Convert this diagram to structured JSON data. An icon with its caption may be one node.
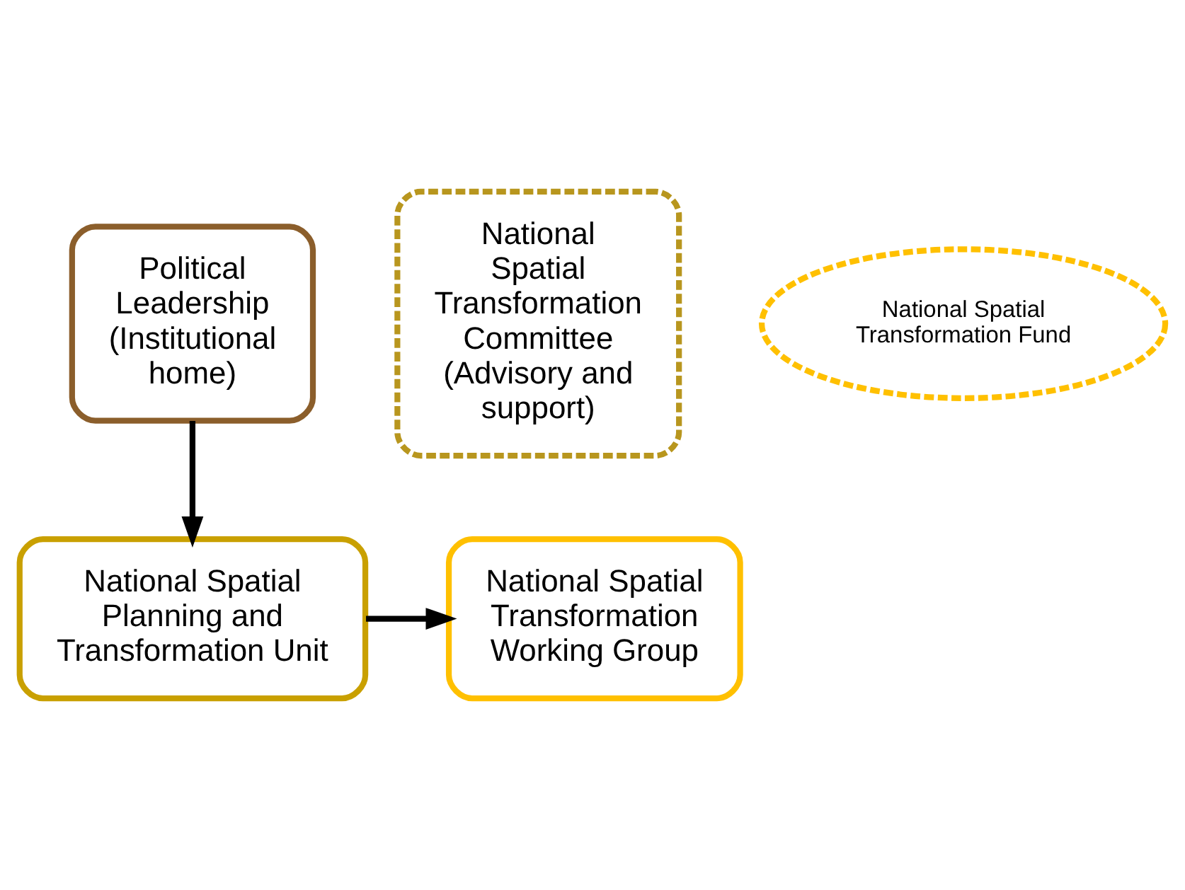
{
  "diagram": {
    "nodes": [
      {
        "text": [
          "Political Leadership (Institutional home)"
        ]
      },
      {
        "text": [
          "National Spatial Transformation Committee (Advisory and support)"
        ]
      },
      {
        "text": [
          "National Spatial Transformation Working Group"
        ]
      },
      {
        "text": [
          "National Spatial Planning and Transformation Unit"
        ]
      },
      {
        "text": [
          "National Spatial Transformation Fund"
        ]
      }
    ],
    "edges": [
      {
        "from": 0,
        "to": 3,
        "arrow": "to"
      },
      {
        "from": 3,
        "to": 2,
        "arrow": "to"
      }
    ]
  }
}
